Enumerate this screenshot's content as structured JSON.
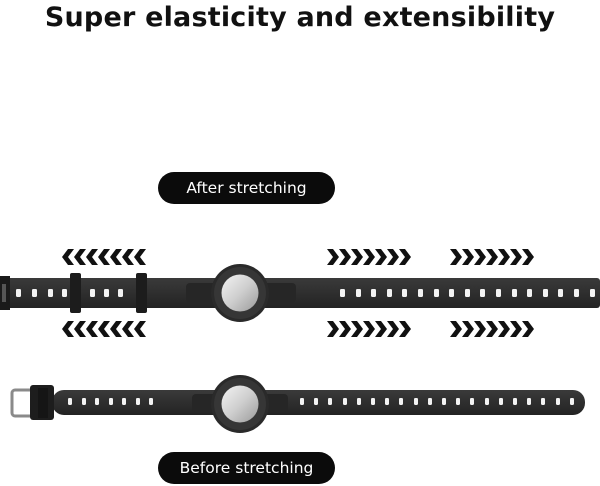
{
  "title": "Super elasticity and extensibility",
  "labels": {
    "after": "After stretching",
    "before": "Before stretching"
  },
  "colors": {
    "band": "#2b2b2b",
    "case_body": "#303030",
    "tracker": "#d9d9d9",
    "arrow": "#111111",
    "pill": "#0b0b0b"
  }
}
